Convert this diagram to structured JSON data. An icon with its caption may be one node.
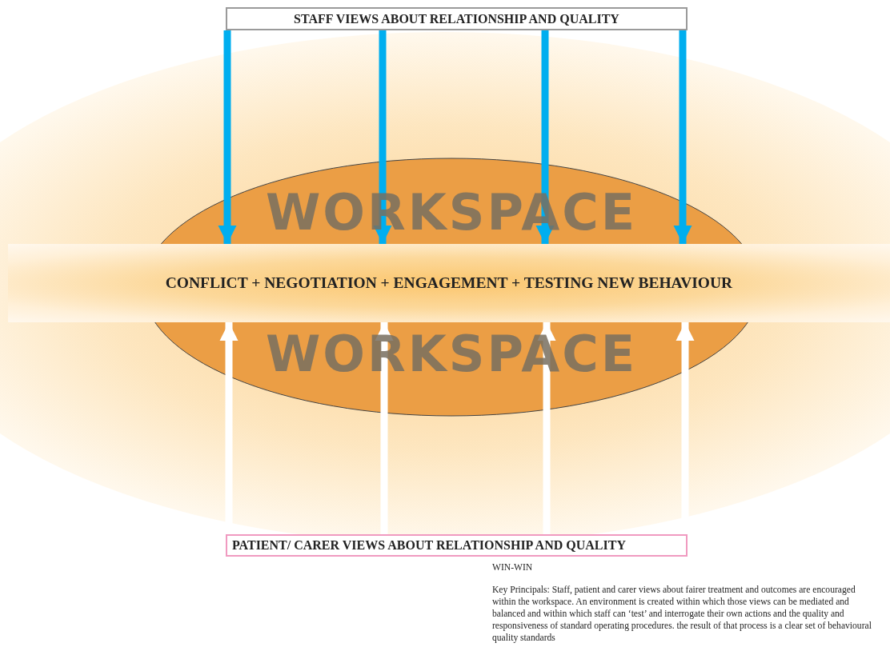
{
  "diagram": {
    "nodes": [
      {
        "text": [
          "STAFF VIEWS ABOUT RELATIONSHIP AND QUALITY"
        ]
      },
      {
        "text": [
          "CONFLICT + NEGOTIATION + ENGAGEMENT + TESTING NEW BEHAVIOUR"
        ]
      },
      {
        "text": [
          "PATIENT/ CARER VIEWS ABOUT RELATIONSHIP AND QUALITY"
        ]
      }
    ],
    "edges": [
      {
        "from": 0,
        "to": 1,
        "arrow": "to",
        "color": "#00aeef"
      },
      {
        "from": 0,
        "to": 1,
        "arrow": "to",
        "color": "#00aeef"
      },
      {
        "from": 0,
        "to": 1,
        "arrow": "to",
        "color": "#00aeef"
      },
      {
        "from": 0,
        "to": 1,
        "arrow": "to",
        "color": "#00aeef"
      },
      {
        "from": 2,
        "to": 1,
        "arrow": "to",
        "color": "#ffffff"
      },
      {
        "from": 2,
        "to": 1,
        "arrow": "to",
        "color": "#ffffff"
      },
      {
        "from": 2,
        "to": 1,
        "arrow": "to",
        "color": "#ffffff"
      },
      {
        "from": 2,
        "to": 1,
        "arrow": "to",
        "color": "#ffffff"
      }
    ],
    "labels": [
      "WORKSPACE",
      "WORKSPACE",
      "WIN-WIN",
      "Key Principals: Staff, patient and carer views about fairer treatment and outcomes are encouraged within the workspace.  An environment is created within which those views can be mediated and balanced and within which staff can ‘test’ and interrogate their own actions and the quality and responsiveness of standard operating procedures. the result of that process is a clear set of behavioural quality standards"
    ]
  }
}
